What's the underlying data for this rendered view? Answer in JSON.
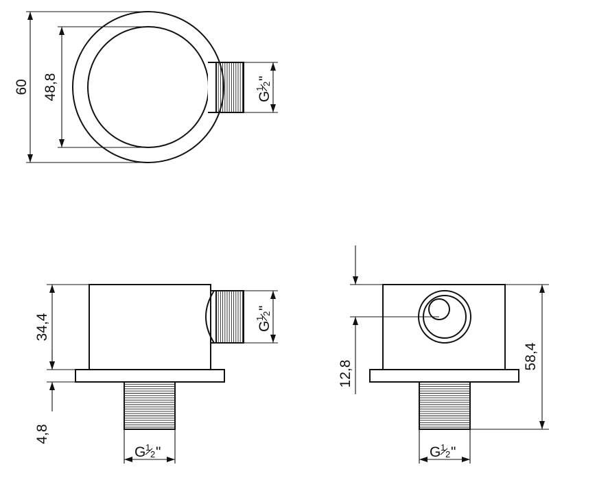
{
  "dimensions": {
    "top_outer_diameter": "60",
    "top_inner_diameter": "48,8",
    "front_body_height": "34,4",
    "front_flange_thickness": "4,8",
    "side_outlet_height": "12,8",
    "side_total_height": "58,4"
  },
  "threads": {
    "top_view_outlet": {
      "g": "G",
      "num": "1",
      "den": "2",
      "inch": "\""
    },
    "front_view_outlet": {
      "g": "G",
      "num": "1",
      "den": "2",
      "inch": "\""
    },
    "front_view_bottom": {
      "g": "G",
      "num": "1",
      "den": "2",
      "inch": "\""
    },
    "side_view_bottom": {
      "g": "G",
      "num": "1",
      "den": "2",
      "inch": "\""
    }
  },
  "colors": {
    "line": "#111111",
    "background": "#ffffff"
  }
}
